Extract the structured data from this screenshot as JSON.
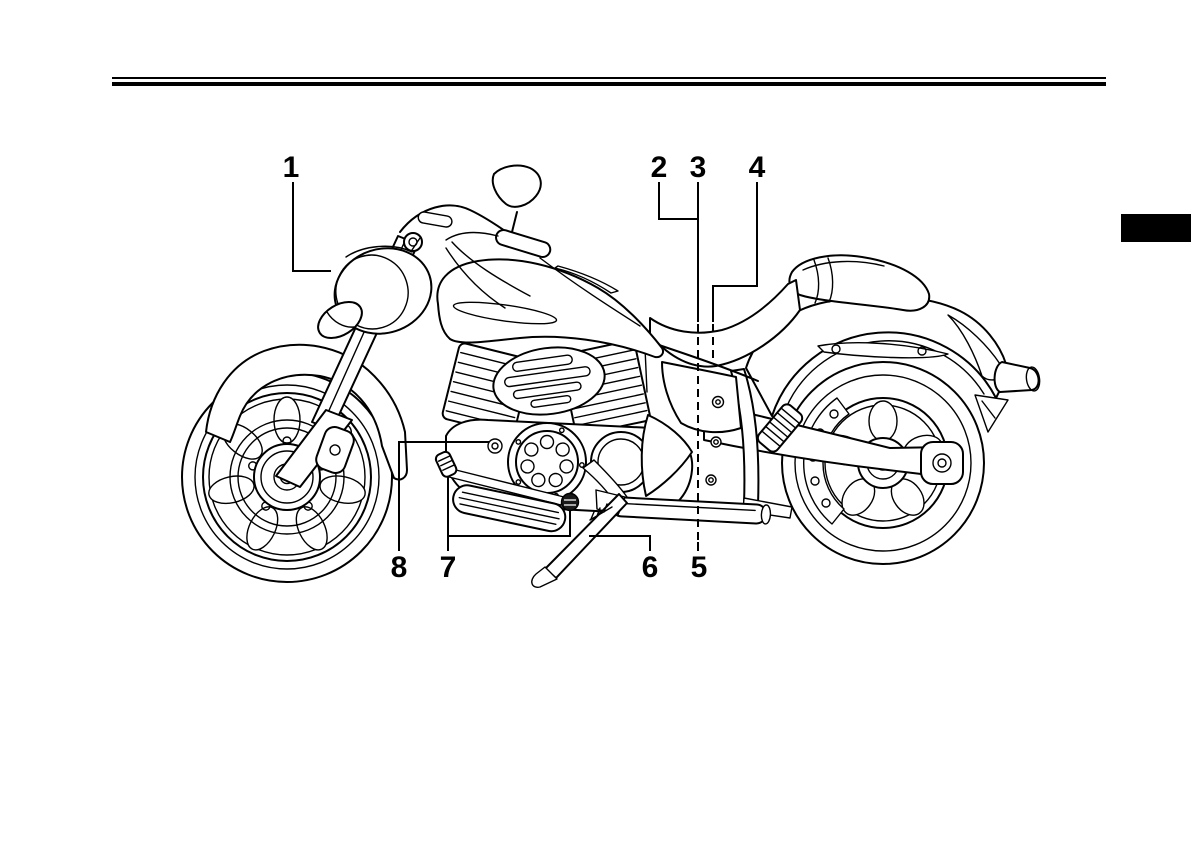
{
  "page": {
    "background": "#ffffff",
    "ink_color": "#000000"
  },
  "header": {
    "rule_style": "double",
    "rule_color": "#000000"
  },
  "section_tab": {
    "color": "#000000"
  },
  "figure": {
    "illustration": "motorcycle-left-side-view-line-art",
    "callouts": [
      {
        "label": "1"
      },
      {
        "label": "2"
      },
      {
        "label": "3"
      },
      {
        "label": "4"
      },
      {
        "label": "5"
      },
      {
        "label": "6"
      },
      {
        "label": "7"
      },
      {
        "label": "8"
      }
    ]
  }
}
